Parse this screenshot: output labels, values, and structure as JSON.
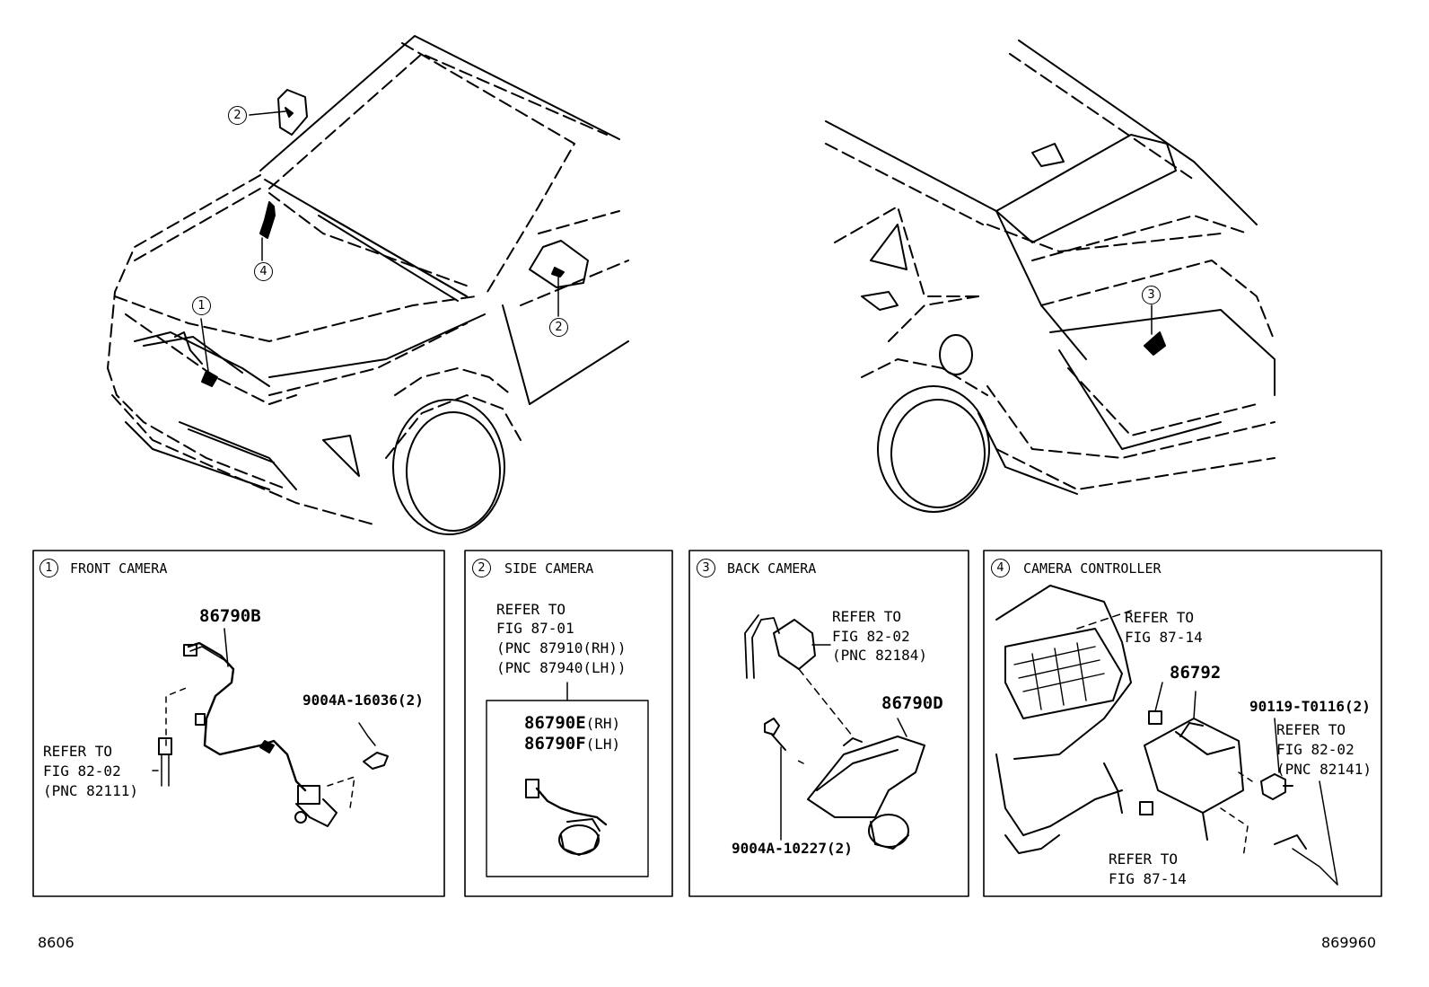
{
  "callouts": {
    "front_camera_num": "1",
    "side_camera_num": "2",
    "back_camera_num": "3",
    "controller_num": "4"
  },
  "panels": {
    "front": {
      "num": "1",
      "title": "FRONT CAMERA",
      "part_main": "86790B",
      "part_clip": "9004A-16036(2)",
      "refer": [
        "REFER TO",
        "FIG 82-02",
        "(PNC 82111)"
      ]
    },
    "side": {
      "num": "2",
      "title": "SIDE CAMERA",
      "refer": [
        "REFER TO",
        "FIG 87-01",
        "(PNC 87910(RH))",
        "(PNC 87940(LH))"
      ],
      "part_rh": "86790E",
      "part_rh_suffix": "(RH)",
      "part_lh": "86790F",
      "part_lh_suffix": "(LH)"
    },
    "back": {
      "num": "3",
      "title": "BACK CAMERA",
      "refer": [
        "REFER TO",
        "FIG 82-02",
        "(PNC 82184)"
      ],
      "part_main": "86790D",
      "part_screw": "9004A-10227(2)"
    },
    "controller": {
      "num": "4",
      "title": "CAMERA CONTROLLER",
      "refer_top": [
        "REFER TO",
        "FIG 87-14"
      ],
      "part_main": "86792",
      "part_bolt": "90119-T0116(2)",
      "refer_right": [
        "REFER TO",
        "FIG 82-02",
        "(PNC 82141)"
      ],
      "refer_bottom": [
        "REFER TO",
        "FIG 87-14"
      ]
    }
  },
  "footer": {
    "left_code": "8606",
    "right_code": "869960"
  }
}
